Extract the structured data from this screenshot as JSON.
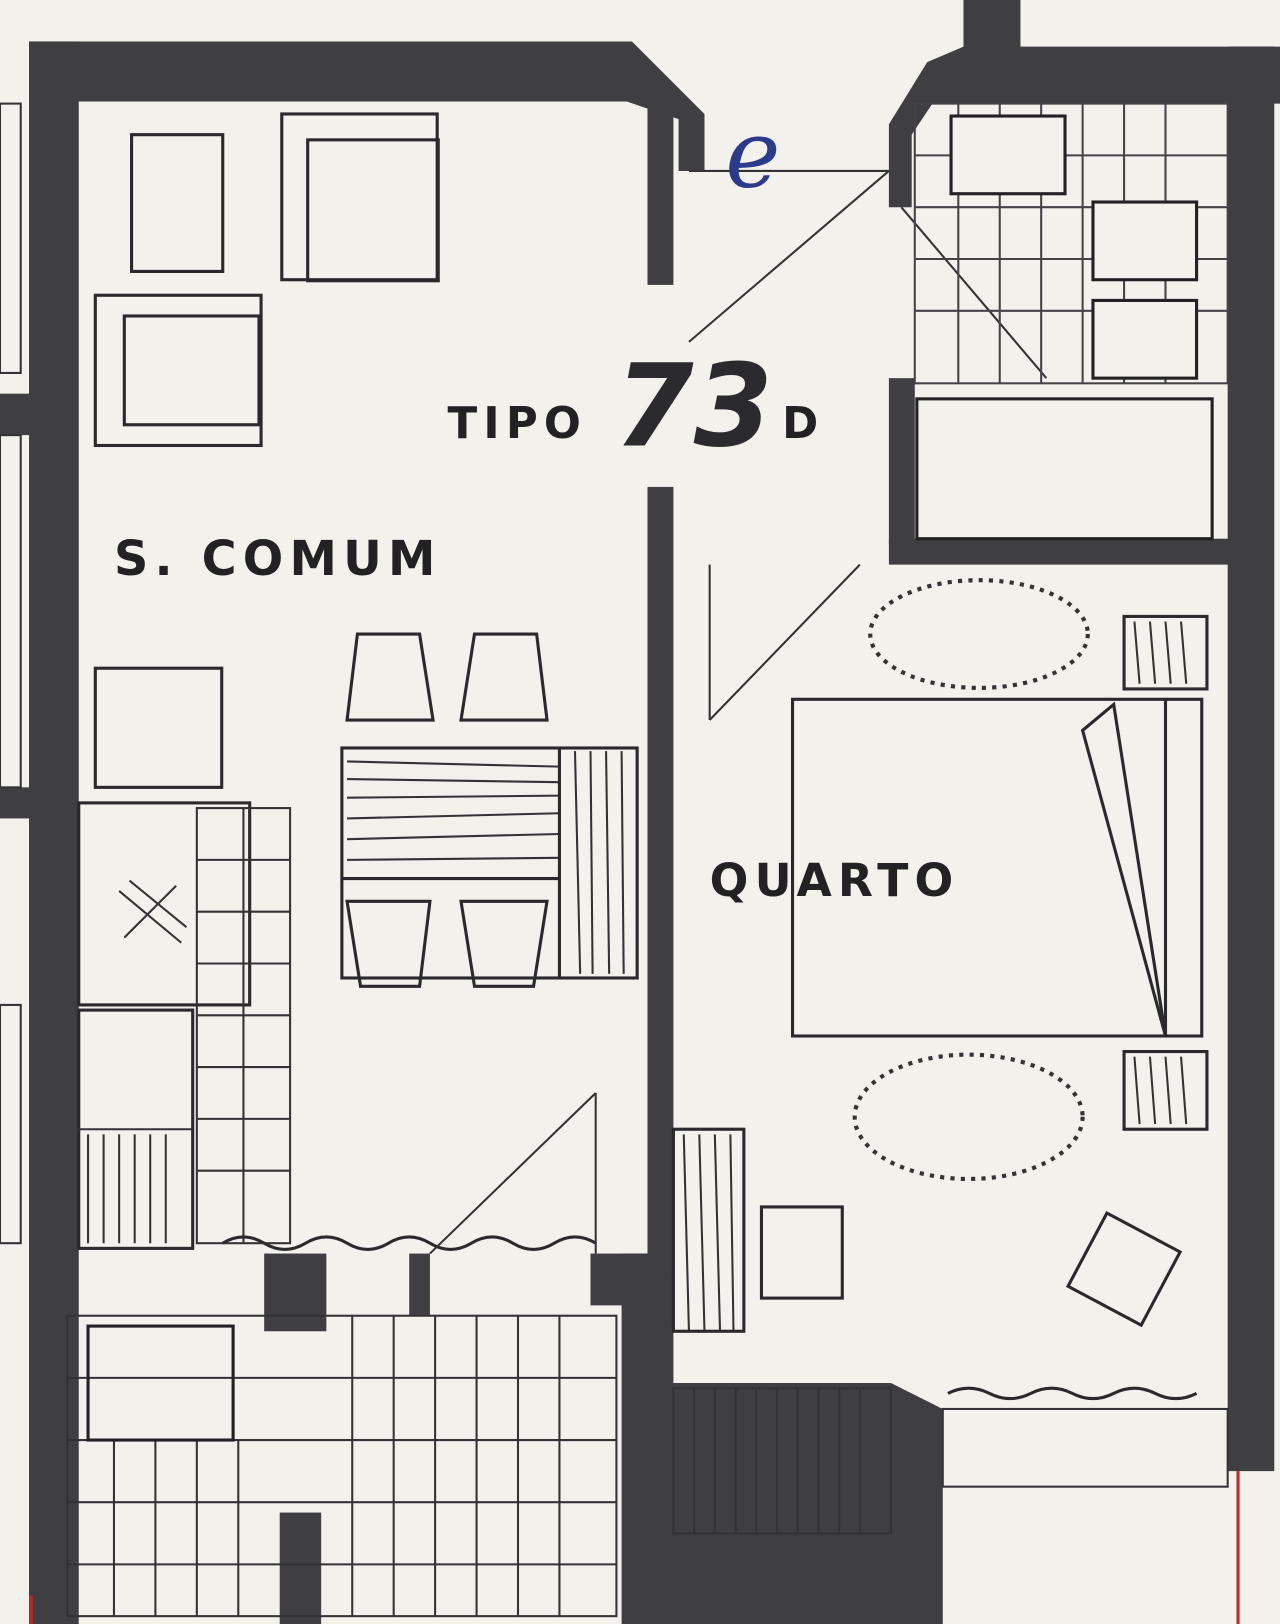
{
  "plan": {
    "type_prefix": "TIPO",
    "type_number": "73",
    "type_suffix": "D",
    "rooms": [
      {
        "name": "S. COMUM"
      },
      {
        "name": "QUARTO"
      }
    ],
    "handwritten_mark": "e"
  },
  "colors": {
    "wall": "#3f3f42",
    "paper": "#f3f1ec",
    "ink": "#222222",
    "red_line": "#c0262b",
    "pen": "#2b3a8a"
  }
}
